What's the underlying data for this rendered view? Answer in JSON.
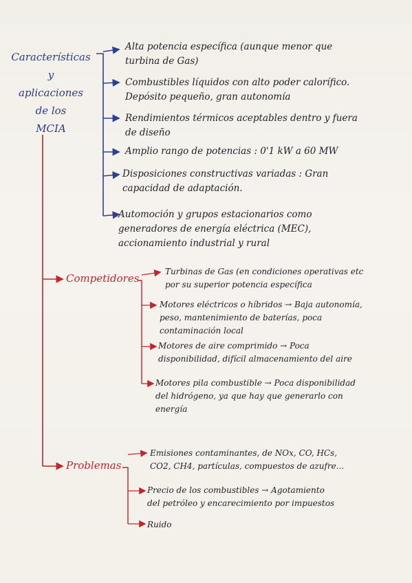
{
  "title_lines": [
    "Características",
    "y",
    "aplicaciones",
    "de los",
    "MCIA"
  ],
  "characteristics": [
    [
      "Alta potencia específica (aunque menor que",
      "turbina de Gas)"
    ],
    [
      "Combustibles líquidos con alto poder calorífico.",
      "Depósito pequeño, gran autonomía"
    ],
    [
      "Rendimientos térmicos aceptables dentro y fuera",
      "de diseño"
    ],
    [
      "Amplio rango de potencias : 0'1 kW a 60 MW"
    ],
    [
      "Disposiciones constructivas variadas : Gran",
      "capacidad de adaptación."
    ],
    [
      "Automoción y grupos estacionarios como",
      "generadores de energía eléctrica (MEC),",
      "accionamiento industrial y rural"
    ]
  ],
  "competidores": {
    "label": "Competidores",
    "items": [
      [
        "Turbinas de Gas (en condiciones operativas etc",
        "por su superior potencia específica"
      ],
      [
        "Motores eléctricos o híbridos → Baja autonomía,",
        "peso, mantenimiento de baterías, poca",
        "contaminación local"
      ],
      [
        "Motores de aire comprimido → Poca",
        "disponibilidad, difícil almacenamiento del aire"
      ],
      [
        "Motores pila combustible → Poca disponibilidad",
        "del hidrógeno, ya que hay que generarlo con",
        "energía"
      ]
    ]
  },
  "problemas": {
    "label": "Problemas",
    "items": [
      [
        "Emisiones contaminantes, de NOx, CO, HCs,",
        "CO2, CH4, partículas, compuestos de azufre..."
      ],
      [
        "Precio de los combustibles → Agotamiento",
        "del petróleo y encarecimiento por impuestos"
      ],
      [
        "Ruido"
      ]
    ]
  },
  "colors": {
    "title": "#2a3a8c",
    "blue_lines": "#2f3f93",
    "red": "#c0262d",
    "ink": "#1f1e25"
  }
}
